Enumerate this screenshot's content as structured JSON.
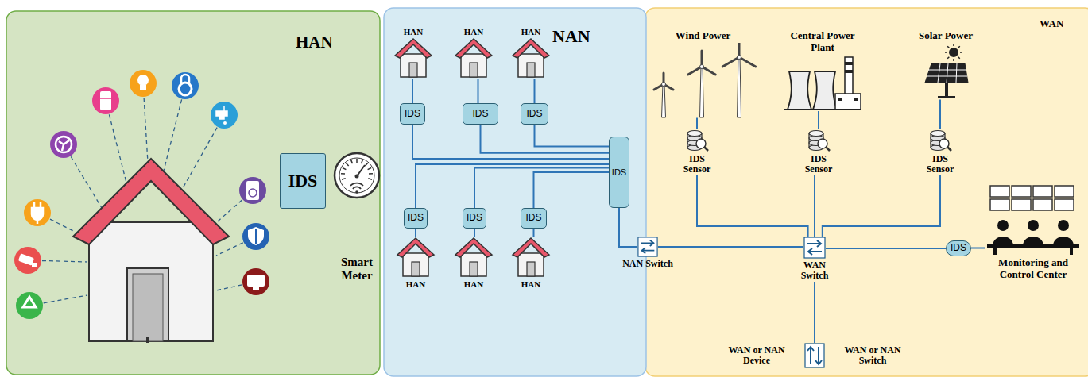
{
  "diagram": {
    "nodes": [
      {
        "text": [
          "HAN"
        ]
      },
      {
        "text": [
          "NAN"
        ]
      },
      {
        "text": [
          "WAN"
        ]
      },
      {
        "text": [
          "IDS"
        ],
        "in": 0
      },
      {
        "text": [
          "Smart Meter"
        ],
        "in": 0
      },
      {
        "text": [
          "HAN"
        ],
        "in": 1
      },
      {
        "text": [
          "HAN"
        ],
        "in": 1
      },
      {
        "text": [
          "HAN"
        ],
        "in": 1
      },
      {
        "text": [
          "HAN"
        ],
        "in": 1
      },
      {
        "text": [
          "HAN"
        ],
        "in": 1
      },
      {
        "text": [
          "HAN"
        ],
        "in": 1
      },
      {
        "text": [
          "IDS"
        ],
        "in": 1
      },
      {
        "text": [
          "IDS"
        ],
        "in": 1
      },
      {
        "text": [
          "IDS"
        ],
        "in": 1
      },
      {
        "text": [
          "IDS"
        ],
        "in": 1
      },
      {
        "text": [
          "IDS"
        ],
        "in": 1
      },
      {
        "text": [
          "IDS"
        ],
        "in": 1
      },
      {
        "text": [
          "IDS"
        ],
        "in": 1
      },
      {
        "text": [
          "NAN Switch"
        ],
        "in": 1
      },
      {
        "text": [
          "Wind Power"
        ],
        "in": 2
      },
      {
        "text": [
          "Central Power Plant"
        ],
        "in": 2
      },
      {
        "text": [
          "Solar Power"
        ],
        "in": 2
      },
      {
        "text": [
          "IDS Sensor"
        ],
        "in": 2
      },
      {
        "text": [
          "IDS Sensor"
        ],
        "in": 2
      },
      {
        "text": [
          "IDS Sensor"
        ],
        "in": 2
      },
      {
        "text": [
          "WAN Switch"
        ],
        "in": 2
      },
      {
        "text": [
          "IDS"
        ],
        "in": 2
      },
      {
        "text": [
          "Monitoring and Control Center"
        ],
        "in": 2
      },
      {
        "text": [
          "WAN or NAN Device",
          "WAN or NAN Switch"
        ],
        "in": 2
      }
    ],
    "edges": [
      {
        "from": 5,
        "to": 11,
        "arrow": "none"
      },
      {
        "from": 6,
        "to": 12,
        "arrow": "none"
      },
      {
        "from": 7,
        "to": 13,
        "arrow": "none"
      },
      {
        "from": 8,
        "to": 14,
        "arrow": "none"
      },
      {
        "from": 9,
        "to": 15,
        "arrow": "none"
      },
      {
        "from": 10,
        "to": 16,
        "arrow": "none"
      },
      {
        "from": 11,
        "to": 17,
        "arrow": "none"
      },
      {
        "from": 12,
        "to": 17,
        "arrow": "none"
      },
      {
        "from": 13,
        "to": 17,
        "arrow": "none"
      },
      {
        "from": 14,
        "to": 17,
        "arrow": "none"
      },
      {
        "from": 15,
        "to": 17,
        "arrow": "none"
      },
      {
        "from": 16,
        "to": 17,
        "arrow": "none"
      },
      {
        "from": 17,
        "to": 18,
        "arrow": "none"
      },
      {
        "from": 18,
        "to": 25,
        "arrow": "none"
      },
      {
        "from": 19,
        "to": 22,
        "arrow": "none"
      },
      {
        "from": 22,
        "to": 25,
        "arrow": "none"
      },
      {
        "from": 20,
        "to": 23,
        "arrow": "none"
      },
      {
        "from": 23,
        "to": 25,
        "arrow": "none"
      },
      {
        "from": 21,
        "to": 24,
        "arrow": "none"
      },
      {
        "from": 24,
        "to": 25,
        "arrow": "none"
      },
      {
        "from": 25,
        "to": 26,
        "arrow": "none"
      },
      {
        "from": 26,
        "to": 27,
        "arrow": "none"
      },
      {
        "from": 25,
        "to": 28,
        "arrow": "none"
      }
    ]
  }
}
